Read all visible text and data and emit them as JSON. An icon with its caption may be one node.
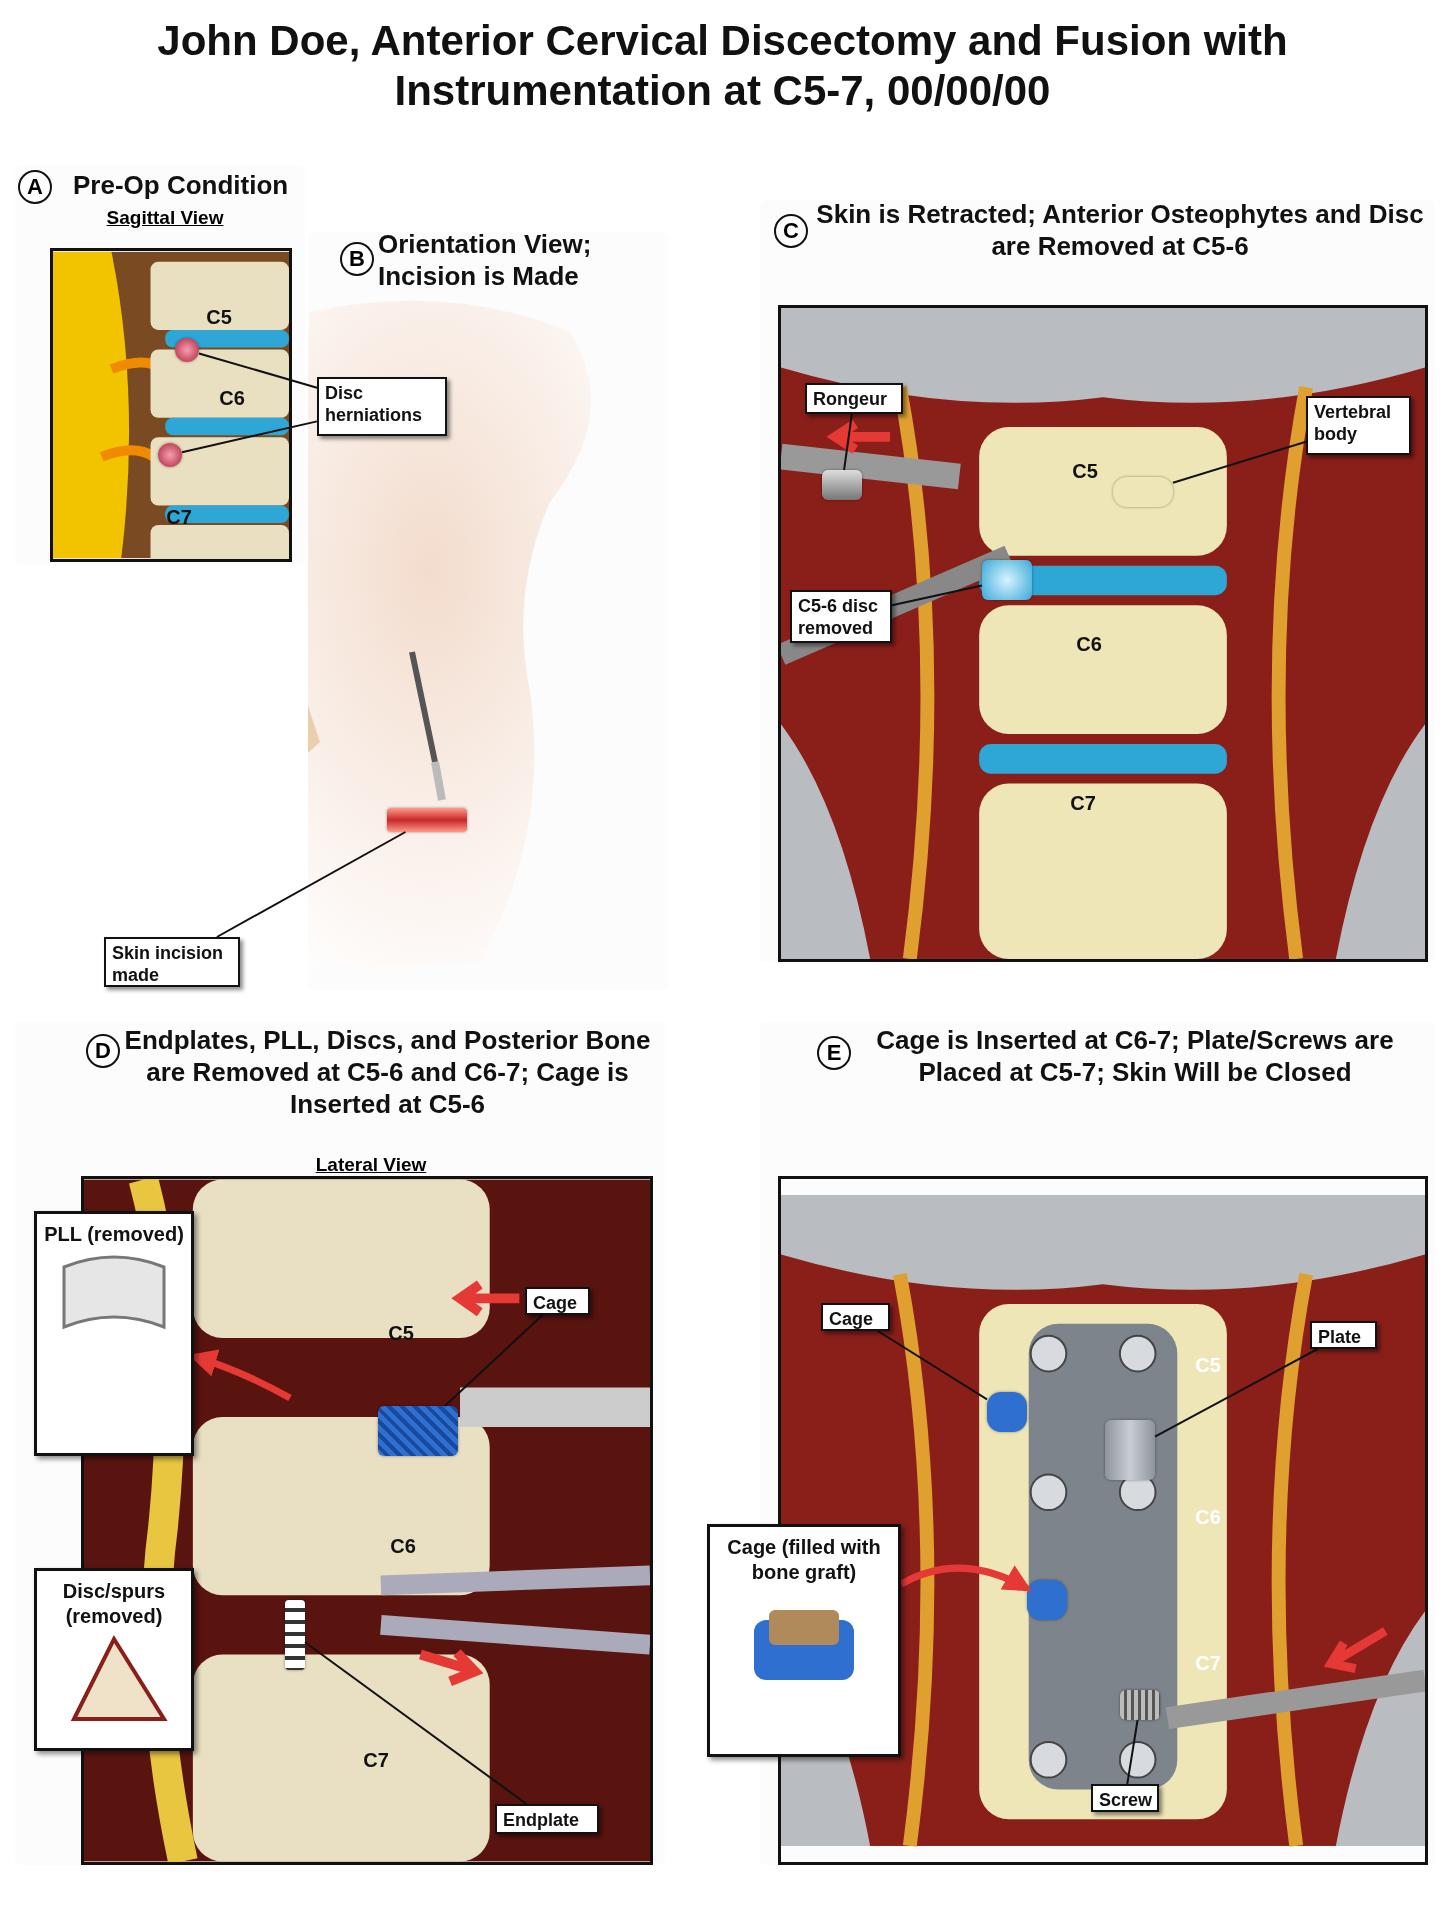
{
  "diagram": {
    "title": "John Doe, Anterior Cervical Discectomy and Fusion with Instrumentation at C5-7, 00/00/00",
    "nodes": [
      {
        "text": [
          "A",
          "Pre-Op Condition",
          "Sagittal View"
        ]
      },
      {
        "text": [
          "Disc herniations"
        ],
        "in": 4
      },
      {
        "text": [],
        "shape": "circle",
        "in": 0
      },
      {
        "text": [],
        "shape": "circle",
        "in": 0
      },
      {
        "text": [
          "B",
          "Orientation View; Incision is Made"
        ]
      },
      {
        "text": [
          "Skin incision made"
        ]
      },
      {
        "text": [],
        "shape": "bar",
        "in": 4
      },
      {
        "text": [
          "C",
          "Skin is Retracted; Anterior Osteophytes and Disc are Removed at C5-6"
        ]
      },
      {
        "text": [
          "Rongeur"
        ],
        "in": 7
      },
      {
        "text": [],
        "shape": "picture",
        "in": 7
      },
      {
        "text": [
          "Vertebral body"
        ],
        "in": 7
      },
      {
        "text": [],
        "shape": "box",
        "in": 7
      },
      {
        "text": [
          "C5-6 disc removed"
        ],
        "in": 7
      },
      {
        "text": [],
        "shape": "picture",
        "in": 7
      },
      {
        "text": [
          "D",
          "Endplates, PLL, Discs, and Posterior Bone are Removed at C5-6 and C6-7; Cage is Inserted at C5-6",
          "Lateral View"
        ]
      },
      {
        "text": [
          "PLL (removed)"
        ],
        "in": 14
      },
      {
        "text": [
          "Cage"
        ],
        "in": 14
      },
      {
        "text": [],
        "shape": "picture",
        "in": 14
      },
      {
        "text": [
          "Disc/spurs (removed)"
        ],
        "in": 14
      },
      {
        "text": [
          "Endplate"
        ],
        "in": 14
      },
      {
        "text": [],
        "shape": "bar",
        "in": 14
      },
      {
        "text": [
          "E",
          "Cage is Inserted at C6-7; Plate/Screws are Placed at C5-7; Skin Will be Closed"
        ]
      },
      {
        "text": [
          "Cage"
        ],
        "in": 21
      },
      {
        "text": [],
        "shape": "box",
        "in": 21
      },
      {
        "text": [
          "Plate"
        ],
        "in": 21
      },
      {
        "text": [],
        "shape": "picture",
        "in": 21
      },
      {
        "text": [
          "Cage (filled with bone graft)"
        ]
      },
      {
        "text": [
          "Screw"
        ],
        "in": 21
      },
      {
        "text": [],
        "shape": "picture",
        "in": 21
      },
      {
        "text": [],
        "shape": "box",
        "in": 21
      }
    ],
    "edges": [
      {
        "from": 1,
        "to": 2,
        "arrow": "none"
      },
      {
        "from": 1,
        "to": 3,
        "arrow": "none"
      },
      {
        "from": 5,
        "to": 6,
        "arrow": "none"
      },
      {
        "from": 8,
        "to": 9,
        "arrow": "none"
      },
      {
        "from": 10,
        "to": 11,
        "arrow": "none"
      },
      {
        "from": 12,
        "to": 13,
        "arrow": "none"
      },
      {
        "from": null,
        "to": 15,
        "arrow": "to",
        "style": "thick",
        "color": "#e53935"
      },
      {
        "from": 16,
        "to": 17,
        "arrow": "none"
      },
      {
        "from": 19,
        "to": 20,
        "arrow": "none"
      },
      {
        "from": 22,
        "to": 23,
        "arrow": "none"
      },
      {
        "from": 24,
        "to": 25,
        "arrow": "none"
      },
      {
        "from": 26,
        "to": 29,
        "arrow": "to",
        "style": "thick",
        "color": "#e53935"
      },
      {
        "from": 27,
        "to": 28,
        "arrow": "none"
      }
    ],
    "labels": [
      "C5",
      "C6",
      "C7",
      "C5",
      "C6",
      "C7",
      "C5",
      "C6",
      "C7",
      "C5",
      "C6",
      "C7"
    ]
  }
}
